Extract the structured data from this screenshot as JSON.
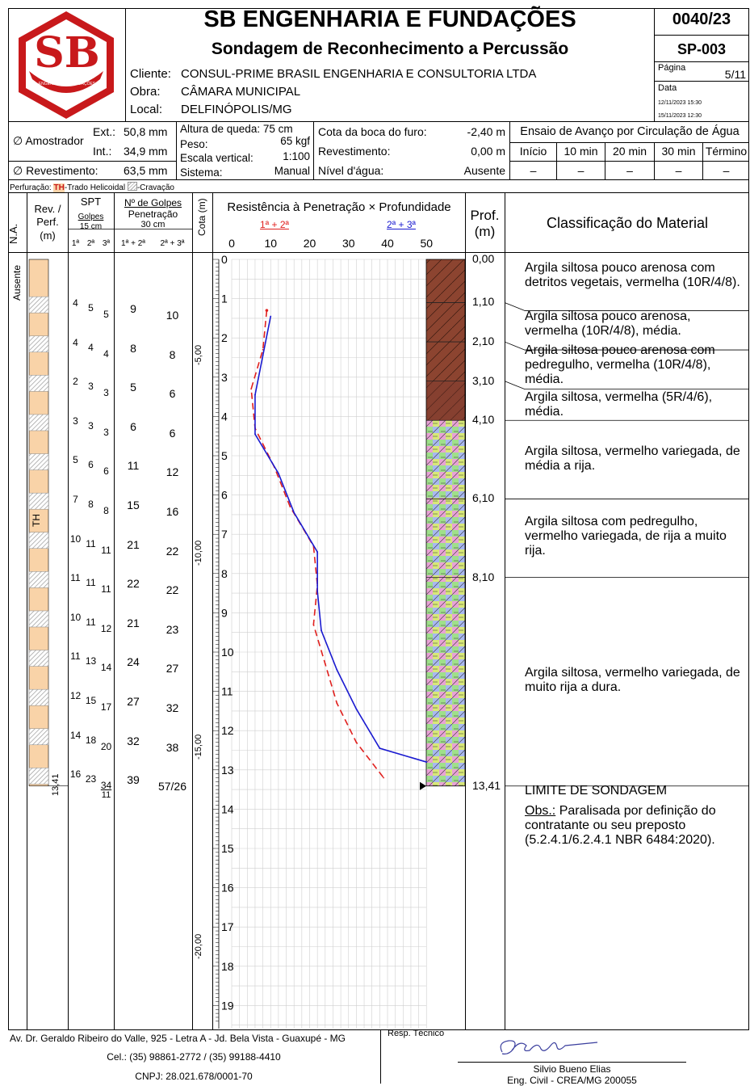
{
  "header": {
    "logo_text": "SB",
    "logo_ring_text": "ENGENHARIA & FUNDAÇÕES",
    "company": "SB ENGENHARIA E FUNDAÇÕES",
    "report_title": "Sondagem de Reconhecimento a Percussão",
    "doc_number": "0040/23",
    "hole_id": "SP-003",
    "client_label": "Cliente:",
    "client": "CONSUL-PRIME BRASIL ENGENHARIA E CONSULTORIA LTDA",
    "work_label": "Obra:",
    "work": "CÂMARA MUNICIPAL",
    "location_label": "Local:",
    "location": "DELFINÓPOLIS/MG",
    "page_label": "Página",
    "page": "5/11",
    "date_label": "Data",
    "date_start": "12/11/2023 15:30",
    "date_end": "15/11/2023 12:30"
  },
  "params": {
    "sampler_label": "∅ Amostrador",
    "ext_label": "Ext.:",
    "ext_value": "50,8 mm",
    "int_label": "Int.:",
    "int_value": "34,9 mm",
    "casing_label": "∅ Revestimento:",
    "casing_value": "63,5 mm",
    "drop_height": "Altura de queda: 75 cm",
    "weight_label": "Peso:",
    "weight_value": "65 kgf",
    "scale_label": "Escala vertical:",
    "scale_value": "1:100",
    "system_label": "Sistema:",
    "system_value": "Manual",
    "collar_label": "Cota da boca do furo:",
    "collar_value": "-2,40 m",
    "casing_depth_label": "Revestimento:",
    "casing_depth_value": "0,00 m",
    "water_label": "Nível d'água:",
    "water_value": "Ausente",
    "wash_title": "Ensaio de Avanço por Circulação de Água",
    "wash_headers": [
      "Início",
      "10 min",
      "20 min",
      "30 min",
      "Término"
    ],
    "wash_values": [
      "–",
      "–",
      "–",
      "–",
      "–"
    ],
    "drilling_note_prefix": "Perfuração:",
    "drilling_th": "TH",
    "drilling_th_text": "-Trado Helicoidal",
    "drilling_crav_text": "-Cravação"
  },
  "columns": {
    "na": "N.A.",
    "rev_line1": "Rev. /",
    "rev_line2": "Perf.",
    "rev_line3": "(m)",
    "spt": "SPT",
    "spt_sub1": "Golpes",
    "spt_sub2": "15 cm",
    "spt_h": [
      "1ª",
      "2ª",
      "3ª"
    ],
    "blows_title": "Nº de Golpes",
    "blows_sub1": "Penetração",
    "blows_sub2": "30 cm",
    "blows_h": [
      "1ª + 2ª",
      "2ª + 3ª"
    ],
    "cota": "Cota (m)",
    "chart_title": "Resistência à Penetração × Profundidade",
    "legend_12": "1ª + 2ª",
    "legend_23": "2ª + 3ª",
    "prof_line1": "Prof.",
    "prof_line2": "(m)",
    "class_title": "Classificação do Material"
  },
  "log": {
    "water_level": "Ausente",
    "method_label": "TH",
    "final_depth_label": "13,41",
    "cota_labels": [
      "-5,00",
      "-10,00",
      "-15,00",
      "-20,00"
    ],
    "spt_rows": [
      {
        "g1": "4",
        "g2": "5",
        "g3": "5",
        "s12": "9",
        "s23": "10"
      },
      {
        "g1": "4",
        "g2": "4",
        "g3": "4",
        "s12": "8",
        "s23": "8"
      },
      {
        "g1": "2",
        "g2": "3",
        "g3": "3",
        "s12": "5",
        "s23": "6"
      },
      {
        "g1": "3",
        "g2": "3",
        "g3": "3",
        "s12": "6",
        "s23": "6"
      },
      {
        "g1": "5",
        "g2": "6",
        "g3": "6",
        "s12": "11",
        "s23": "12"
      },
      {
        "g1": "7",
        "g2": "8",
        "g3": "8",
        "s12": "15",
        "s23": "16"
      },
      {
        "g1": "10",
        "g2": "11",
        "g3": "11",
        "s12": "21",
        "s23": "22"
      },
      {
        "g1": "11",
        "g2": "11",
        "g3": "11",
        "s12": "22",
        "s23": "22"
      },
      {
        "g1": "10",
        "g2": "11",
        "g3": "12",
        "s12": "21",
        "s23": "23"
      },
      {
        "g1": "11",
        "g2": "13",
        "g3": "14",
        "s12": "24",
        "s23": "27"
      },
      {
        "g1": "12",
        "g2": "15",
        "g3": "17",
        "s12": "27",
        "s23": "32"
      },
      {
        "g1": "14",
        "g2": "18",
        "g3": "20",
        "s12": "32",
        "s23": "38"
      },
      {
        "g1": "16",
        "g2": "23",
        "g3": "34",
        "g3b": "11",
        "s12": "39",
        "s23": "57/26"
      }
    ],
    "layers": [
      {
        "depth": "0,00",
        "text": "Argila siltosa pouco arenosa com detritos vegetais, vermelha (10R/4/8)."
      },
      {
        "depth": "1,10",
        "text": "Argila siltosa pouco arenosa, vermelha (10R/4/8), média."
      },
      {
        "depth": "2,10",
        "text": "Argila siltosa pouco arenosa com pedregulho, vermelha (10R/4/8), média."
      },
      {
        "depth": "3,10",
        "text": "Argila siltosa, vermelha (5R/4/6), média."
      },
      {
        "depth": "4,10",
        "text": "Argila siltosa, vermelho variegada, de média a rija."
      },
      {
        "depth": "6,10",
        "text": "Argila siltosa com pedregulho, vermelho variegada, de rija a muito rija."
      },
      {
        "depth": "8,10",
        "text": "Argila siltosa, vermelho variegada, de muito rija a dura."
      },
      {
        "depth": "13,41",
        "text": ""
      }
    ],
    "limit_text": "LIMITE DE SONDAGEM",
    "obs_label": "Obs.:",
    "obs_text": "Paralisada por definição do contratante ou seu preposto (5.2.4.1/6.2.4.1 NBR 6484:2020)."
  },
  "footer": {
    "address": "Av. Dr. Geraldo Ribeiro do Valle, 925 - Letra A - Jd. Bela Vista - Guaxupé - MG",
    "phones": "Cel.: (35) 98861-2772 / (35) 99188-4410",
    "cnpj": "CNPJ: 28.021.678/0001-70",
    "resp_label": "Resp. Técnico",
    "engineer": "Silvio Bueno Elias",
    "credential": "Eng. Civil - CREA/MG 200055"
  },
  "chart_data": {
    "type": "line",
    "title": "Resistência à Penetração × Profundidade",
    "x_axis": {
      "label": "",
      "range": [
        0,
        50
      ],
      "ticks": [
        0,
        10,
        20,
        30,
        40,
        50
      ],
      "position": "top"
    },
    "y_axis": {
      "label": "Prof. (m)",
      "range": [
        0,
        19
      ],
      "ticks": [
        0,
        1,
        2,
        3,
        4,
        5,
        6,
        7,
        8,
        9,
        10,
        11,
        12,
        13,
        14,
        15,
        16,
        17,
        18,
        19
      ],
      "inverted": true
    },
    "series": [
      {
        "name": "1ª + 2ª",
        "color": "#e0201e",
        "style": "dashed",
        "x": [
          9,
          8,
          5,
          6,
          11,
          15,
          21,
          22,
          21,
          24,
          27,
          32,
          39
        ],
        "y": [
          1.3,
          2.3,
          3.3,
          4.3,
          5.3,
          6.3,
          7.3,
          8.3,
          9.3,
          10.3,
          11.3,
          12.3,
          13.2
        ]
      },
      {
        "name": "2ª + 3ª",
        "color": "#1a1ad0",
        "style": "solid",
        "x": [
          10,
          8,
          6,
          6,
          12,
          16,
          22,
          22,
          23,
          27,
          32,
          38,
          50
        ],
        "y": [
          1.45,
          2.45,
          3.45,
          4.45,
          5.45,
          6.45,
          7.45,
          8.45,
          9.45,
          10.45,
          11.45,
          12.45,
          12.8
        ]
      }
    ],
    "grid": true,
    "colors": {
      "red": "#e0201e",
      "blue": "#1a1ad0",
      "soil_red": "#8c4430",
      "casing": "#f9d3a8"
    }
  }
}
